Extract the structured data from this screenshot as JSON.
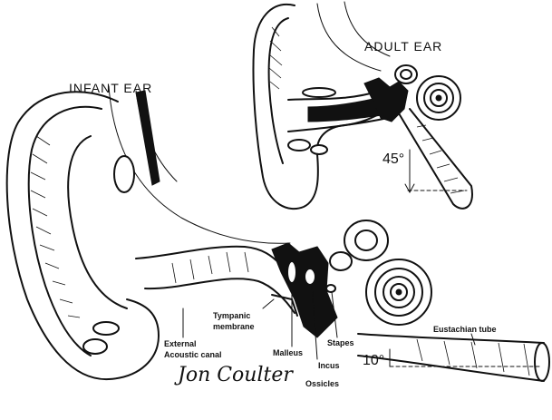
{
  "titles": {
    "adult": "ADULT EAR",
    "infant": "INFANT EAR"
  },
  "angles": {
    "adult": "45°",
    "infant": "10°"
  },
  "labels": {
    "tympanic_line1": "Tympanic",
    "tympanic_line2": "membrane",
    "external_line1": "External",
    "external_line2": "Acoustic canal",
    "malleus": "Malleus",
    "incus": "Incus",
    "stapes": "Stapes",
    "ossicles": "Ossicles",
    "eustachian": "Eustachian tube"
  },
  "signature": "Jon Coulter",
  "colors": {
    "ink": "#111111",
    "paper": "#ffffff"
  }
}
